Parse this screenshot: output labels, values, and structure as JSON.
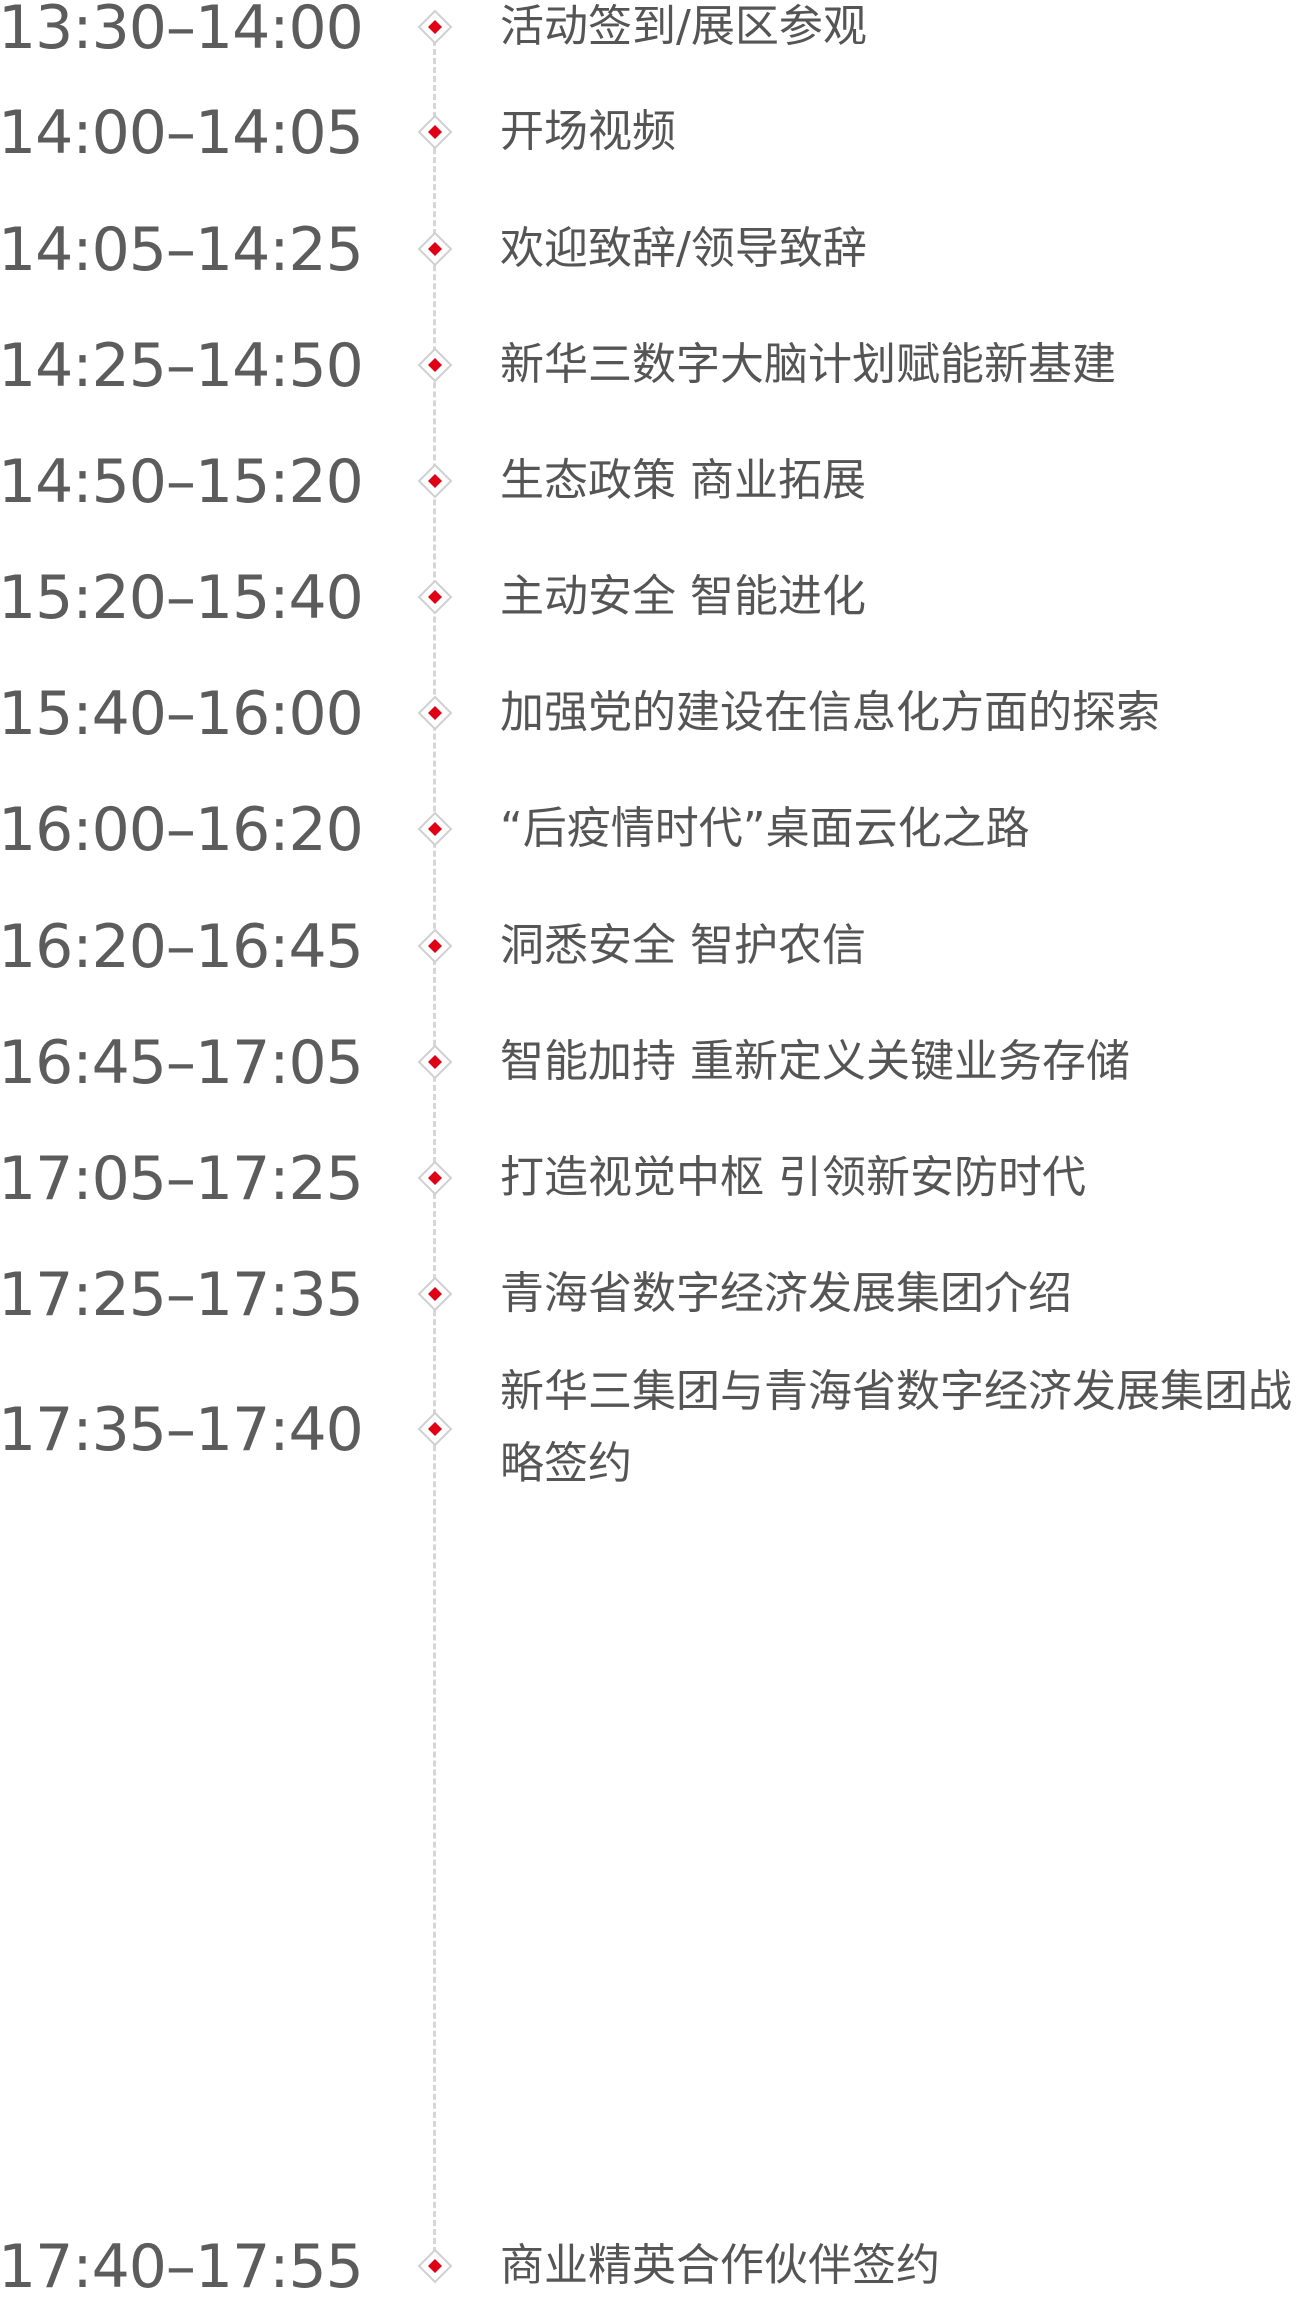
{
  "colors": {
    "accent": "#e00016",
    "text": "#555555",
    "time_text": "#5c5c5c",
    "line": "#d6d6d6"
  },
  "schedule": [
    {
      "time": "13:30–14:00",
      "title": "活动签到/展区参观"
    },
    {
      "time": "14:00–14:05",
      "title": "开场视频"
    },
    {
      "time": "14:05–14:25",
      "title": "欢迎致辞/领导致辞"
    },
    {
      "time": "14:25–14:50",
      "title": "新华三数字大脑计划赋能新基建"
    },
    {
      "time": "14:50–15:20",
      "title": "生态政策 商业拓展"
    },
    {
      "time": "15:20–15:40",
      "title": "主动安全 智能进化"
    },
    {
      "time": "15:40–16:00",
      "title": "加强党的建设在信息化方面的探索"
    },
    {
      "time": "16:00–16:20",
      "title": "“后疫情时代”桌面云化之路"
    },
    {
      "time": "16:20–16:45",
      "title": "洞悉安全  智护农信"
    },
    {
      "time": "16:45–17:05",
      "title": "智能加持 重新定义关键业务存储"
    },
    {
      "time": "17:05–17:25",
      "title": "打造视觉中枢 引领新安防时代"
    },
    {
      "time": "17:25–17:35",
      "title": "青海省数字经济发展集团介绍"
    },
    {
      "time": "17:35–17:40",
      "title": "新华三集团与青海省数字经济发展集团战略签约"
    },
    {
      "time": "17:40–17:55",
      "title": "商业精英合作伙伴签约"
    }
  ]
}
